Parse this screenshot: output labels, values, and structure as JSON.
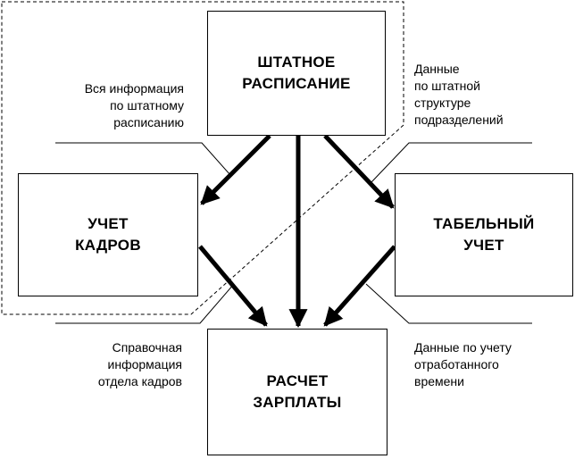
{
  "boxes": {
    "staff_schedule": [
      "ШТАТНОЕ",
      "РАСПИСАНИЕ"
    ],
    "hr_accounting": [
      "УЧЕТ",
      "КАДРОВ"
    ],
    "timesheet": [
      "ТАБЕЛЬНЫЙ",
      "УЧЕТ"
    ],
    "payroll": [
      "РАСЧЕТ",
      "ЗАРПЛАТЫ"
    ]
  },
  "notes": {
    "all_info": [
      "Вся информация",
      "по штатному",
      "расписанию"
    ],
    "staff_structure": [
      "Данные",
      "по штатной",
      "структуре",
      "подразделений"
    ],
    "hr_reference": [
      "Справочная",
      "информация",
      "отдела кадров"
    ],
    "worked_time": [
      "Данные по учету",
      "отработанного",
      "времени"
    ]
  }
}
